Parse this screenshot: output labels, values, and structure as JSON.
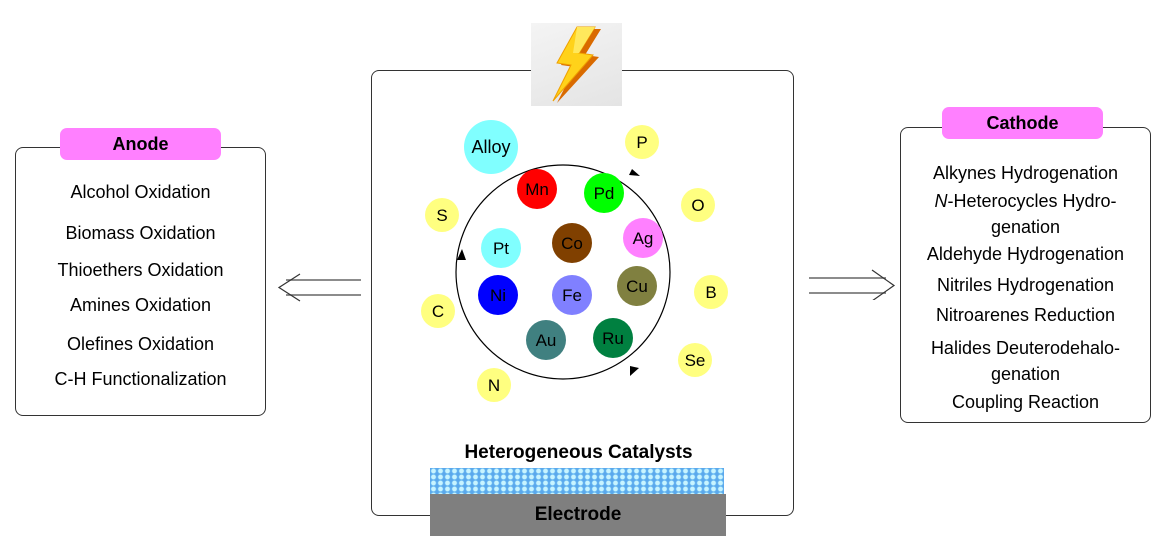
{
  "anode": {
    "title": "Anode",
    "items": [
      "Alcohol Oxidation",
      "Biomass Oxidation",
      "Thioethers Oxidation",
      "Amines Oxidation",
      "Olefines Oxidation",
      "C-H Functionalization"
    ]
  },
  "cathode": {
    "title": "Cathode",
    "items": [
      {
        "prefix_italic": "",
        "text": "Alkynes Hydrogenation"
      },
      {
        "prefix_italic": "N",
        "text": "-Heterocycles Hydro-"
      },
      {
        "prefix_italic": "",
        "text": "genation"
      },
      {
        "prefix_italic": "",
        "text": "Aldehyde Hydrogenation"
      },
      {
        "prefix_italic": "",
        "text": "Nitriles Hydrogenation"
      },
      {
        "prefix_italic": "",
        "text": "Nitroarenes Reduction"
      },
      {
        "prefix_italic": "",
        "text": "Halides Deuterodehalo-"
      },
      {
        "prefix_italic": "",
        "text": "genation"
      },
      {
        "prefix_italic": "",
        "text": "Coupling Reaction"
      }
    ]
  },
  "center": {
    "power_icon": "lightning-bolt-icon",
    "catalysts_label": "Heterogeneous Catalysts",
    "electrode_label": "Electrode",
    "metals": [
      {
        "label": "Alloy",
        "color": "#80ffff"
      },
      {
        "label": "Mn",
        "color": "#ff0000"
      },
      {
        "label": "Pd",
        "color": "#00ff00"
      },
      {
        "label": "Co",
        "color": "#804000"
      },
      {
        "label": "Ag",
        "color": "#ff80ff"
      },
      {
        "label": "Pt",
        "color": "#80ffff"
      },
      {
        "label": "Ni",
        "color": "#0000ff"
      },
      {
        "label": "Fe",
        "color": "#8080ff"
      },
      {
        "label": "Cu",
        "color": "#808040"
      },
      {
        "label": "Au",
        "color": "#408080"
      },
      {
        "label": "Ru",
        "color": "#008040"
      }
    ],
    "dopants": [
      {
        "label": "P"
      },
      {
        "label": "O"
      },
      {
        "label": "B"
      },
      {
        "label": "Se"
      },
      {
        "label": "N"
      },
      {
        "label": "C"
      },
      {
        "label": "S"
      }
    ],
    "dopant_color": "#ffff80"
  },
  "arrows": {
    "left": "double-arrow-left-icon",
    "right": "double-arrow-right-icon"
  }
}
